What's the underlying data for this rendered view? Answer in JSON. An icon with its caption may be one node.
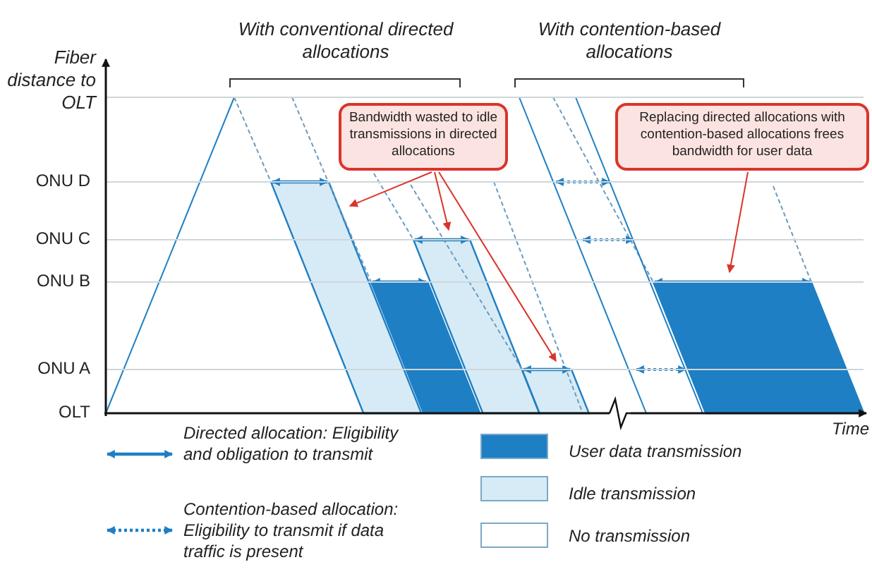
{
  "diagram": {
    "nodes": [
      {
        "text": [
          "Bandwidth wasted to idle transmissions in directed allocations"
        ]
      },
      {
        "text": [
          "Replacing directed allocations with contention-based allocations frees bandwidth for user data"
        ]
      }
    ],
    "edges": [
      {
        "from": 0,
        "to": null,
        "arrow": "to",
        "color": "#d9352b"
      },
      {
        "from": 0,
        "to": null,
        "arrow": "to",
        "color": "#d9352b"
      },
      {
        "from": 0,
        "to": null,
        "arrow": "to",
        "color": "#d9352b"
      },
      {
        "from": 1,
        "to": null,
        "arrow": "to",
        "color": "#d9352b"
      }
    ],
    "labels": [
      "With conventional directed allocations",
      "With contention-based allocations",
      "Fiber distance to OLT",
      "ONU D",
      "ONU C",
      "ONU B",
      "ONU A",
      "OLT",
      "Time"
    ],
    "legend": [
      {
        "text": "Directed allocation: Eligibility and obligation to transmit"
      },
      {
        "text": "Contention-based allocation: Eligibility to transmit if data traffic is present"
      },
      {
        "text": "User data transmission",
        "color": "#1f7fc4"
      },
      {
        "text": "Idle transmission",
        "color": "#d7ebf6"
      },
      {
        "text": "No transmission",
        "color": "#ffffff"
      }
    ]
  }
}
